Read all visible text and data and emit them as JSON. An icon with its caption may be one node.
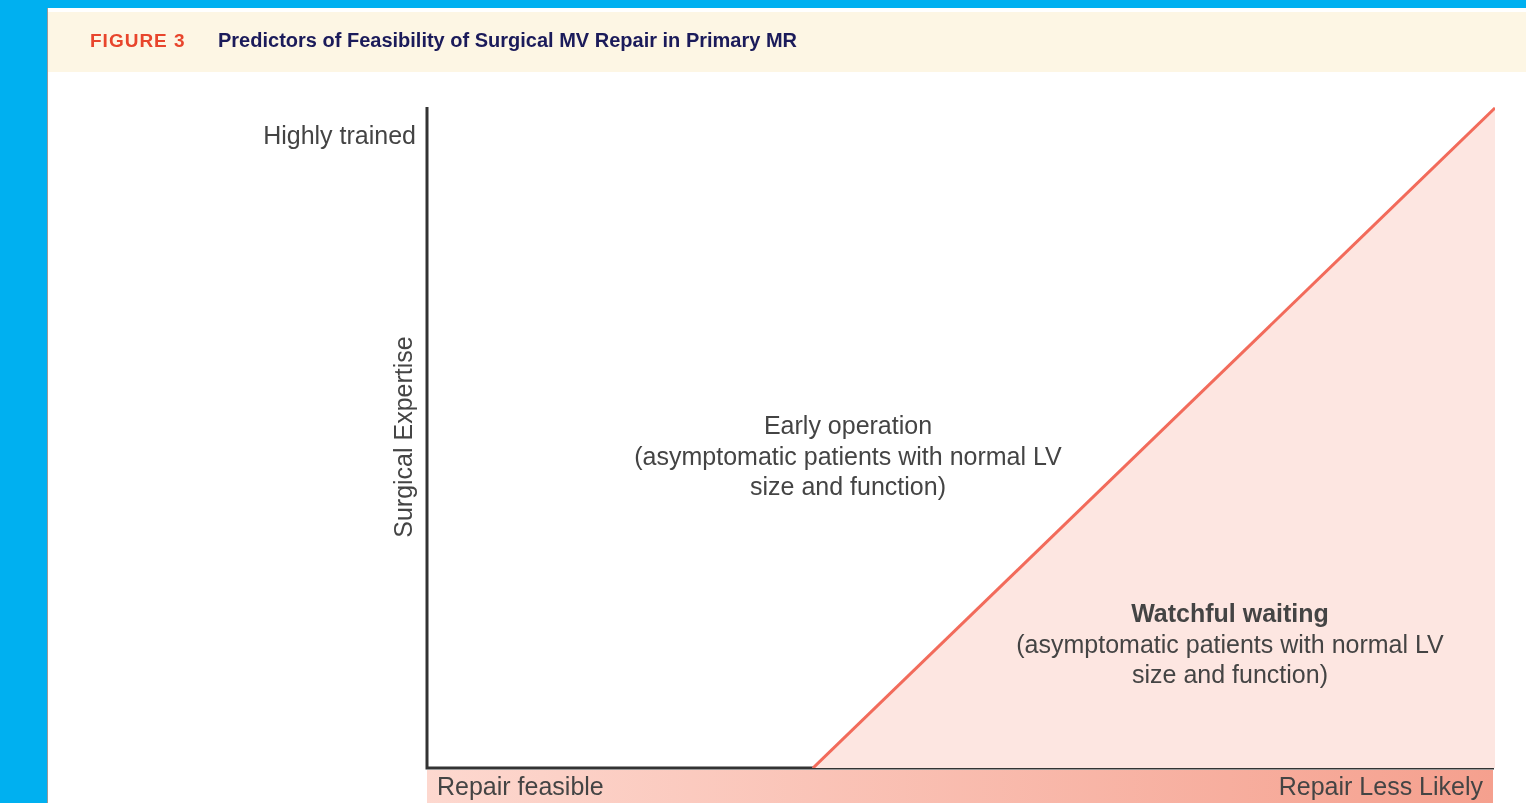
{
  "diagram": {
    "title": "Predictors of Feasibility of Surgical MV Repair in Primary MR",
    "nodes": [
      {
        "text": [
          "Repair feasible",
          "Repair Less Likely"
        ]
      },
      {
        "text": [
          "Watchful waiting",
          "(asymptomatic patients with normal LV size and function)"
        ]
      }
    ],
    "labels": [
      "FIGURE 3",
      "Highly trained",
      "Surgical Expertise",
      "Early operation",
      "(asymptomatic patients with normal LV size and function)"
    ]
  }
}
